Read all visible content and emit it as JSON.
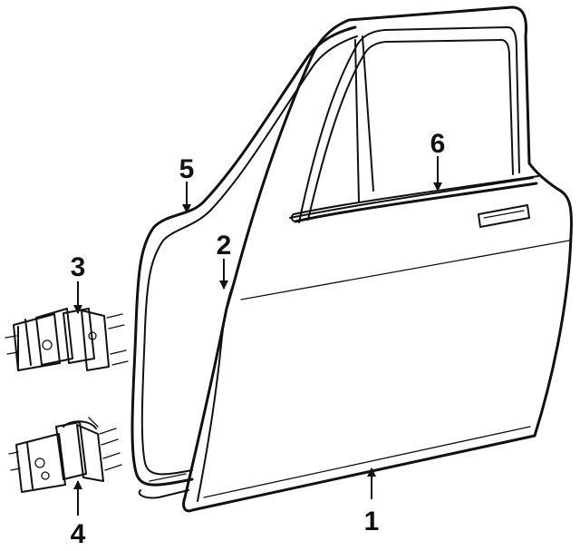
{
  "diagram": {
    "callouts": [
      {
        "id": "c1",
        "label": "1"
      },
      {
        "id": "c2",
        "label": "2"
      },
      {
        "id": "c3",
        "label": "3"
      },
      {
        "id": "c4",
        "label": "4"
      },
      {
        "id": "c5",
        "label": "5"
      },
      {
        "id": "c6",
        "label": "6"
      }
    ],
    "colors": {
      "ink": "#111111",
      "paper": "#ffffff"
    }
  }
}
